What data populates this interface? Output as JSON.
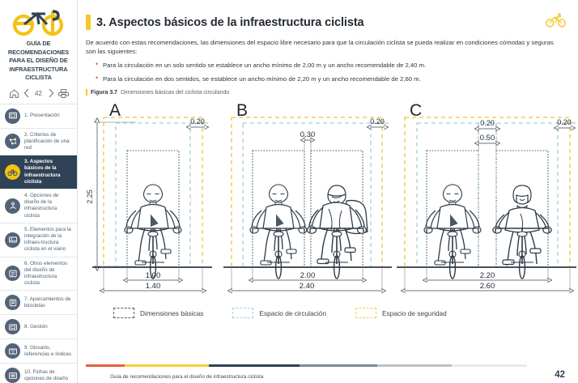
{
  "sidebar": {
    "logo_icon": "ebike-logo-icon",
    "brand_title_lines": [
      "GUÍA DE RECOMENDACIONES",
      "PARA EL DISEÑO DE",
      "INFRAESTRUCTURA CICLISTA"
    ],
    "toolbar": {
      "home_icon": "home-icon",
      "prev_icon": "chevron-left-icon",
      "page_number": "42",
      "next_icon": "chevron-right-icon",
      "print_icon": "printer-icon"
    },
    "items": [
      {
        "label": "1. Presentación",
        "icon": "presentation-screen-icon",
        "active": false
      },
      {
        "label": "2. Criterios de planificación de una red",
        "icon": "network-nodes-icon",
        "active": false
      },
      {
        "label": "3. Aspectos básicos de la infraestructura ciclista",
        "icon": "bicycle-icon",
        "active": true
      },
      {
        "label": "4. Opciones de diseño de la infraestructura ciclista",
        "icon": "cyclist-design-icon",
        "active": false
      },
      {
        "label": "5. Elementos para la integración de la infraes-tructura ciclista en el viario",
        "icon": "street-integration-icon",
        "active": false
      },
      {
        "label": "6. Otros elementos del diseño de infraestructura ciclista",
        "icon": "other-elements-icon",
        "active": false
      },
      {
        "label": "7. Aparcamientos de bicicletas",
        "icon": "parking-icon",
        "active": false
      },
      {
        "label": "8. Gestión",
        "icon": "management-icon",
        "active": false
      },
      {
        "label": "9. Glosario, referencias e índices",
        "icon": "glossary-book-icon",
        "active": false
      },
      {
        "label": "10. Fichas de opciones de diseño",
        "icon": "design-sheets-icon",
        "active": false
      }
    ]
  },
  "header": {
    "title": "3. Aspectos básicos de la infraestructura ciclista",
    "accent_color": "#f7c82e",
    "corner_icon": "cyclist-icon"
  },
  "content": {
    "intro": "De acuerdo con estas recomendaciones, las dimensiones del espacio libre necesario para que la circulación ciclista se pueda realizar en condiciones cómodas y seguras son las siguientes:",
    "bullets": [
      "Para la circulación en un solo sentido se establece un ancho mínimo de 2,00 m y un ancho recomendable de 2,40 m.",
      "Para la circulación en dos sentidos, se establece un ancho mínimo de 2,20 m y un ancho recomendable de 2,60 m."
    ],
    "figure_caption": {
      "number": "Figura 3.7",
      "text": "Dimensiones básicas del ciclista circulando"
    }
  },
  "chart_data": {
    "type": "diagram",
    "title": "Dimensiones básicas del ciclista circulando",
    "units": "m",
    "vertical_dimension": "2.25",
    "panels": [
      {
        "label": "A",
        "riders": 1,
        "top_dimensions": [
          {
            "value": "0.20",
            "kind": "safety-gap-right"
          }
        ],
        "bottom_dimensions": [
          {
            "value": "1.00",
            "kind": "inner"
          },
          {
            "value": "1.40",
            "kind": "outer"
          }
        ]
      },
      {
        "label": "B",
        "riders": 2,
        "top_dimensions": [
          {
            "value": "0.30",
            "kind": "between-riders"
          },
          {
            "value": "0.20",
            "kind": "safety-gap-right"
          }
        ],
        "bottom_dimensions": [
          {
            "value": "2.00",
            "kind": "inner"
          },
          {
            "value": "2.40",
            "kind": "outer"
          }
        ]
      },
      {
        "label": "C",
        "riders": 2,
        "top_dimensions": [
          {
            "value": "0.20",
            "kind": "between-riders"
          },
          {
            "value": "0.20",
            "kind": "safety-gap-right"
          },
          {
            "value": "0.50",
            "kind": "circulation-gap"
          }
        ],
        "bottom_dimensions": [
          {
            "value": "2.20",
            "kind": "inner"
          },
          {
            "value": "2.60",
            "kind": "outer"
          }
        ]
      }
    ],
    "legend": [
      {
        "label": "Dimensiones básicas",
        "color": "#555f6b"
      },
      {
        "label": "Espacio de circulación",
        "color": "#a9d0df"
      },
      {
        "label": "Espacio de seguridad",
        "color": "#f3cf52"
      }
    ]
  },
  "footer": {
    "text": "Guía de recomendaciones para el diseño de infraestructura ciclista",
    "page_number": "42",
    "bar_colors": [
      "#e2633c",
      "#f5cf3f",
      "#2f4256",
      "#7d8a95",
      "#b9c1c8",
      "#e6eaec"
    ]
  }
}
